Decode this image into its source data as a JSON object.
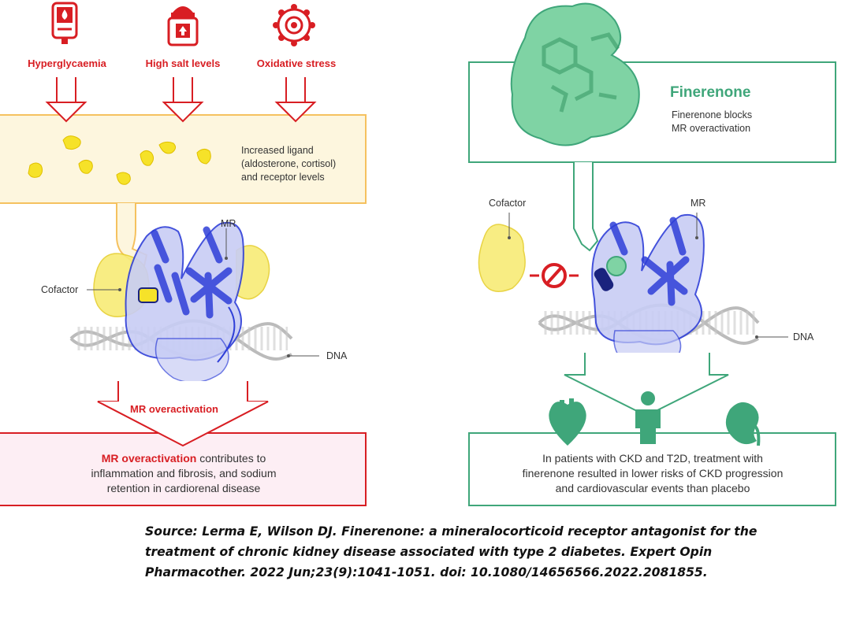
{
  "left_panel": {
    "triggers": [
      {
        "label": "Hyperglycaemia",
        "icon": "glucose-meter-icon"
      },
      {
        "label": "High salt levels",
        "icon": "salt-shaker-icon"
      },
      {
        "label": "Oxidative stress",
        "icon": "oxidative-molecule-icon"
      }
    ],
    "ligand_text": [
      "Increased ligand",
      "(aldosterone, cortisol)",
      "and receptor levels"
    ],
    "mr_label": "MR",
    "cofactor_label": "Cofactor",
    "dna_label": "DNA",
    "arrow_label": "MR overactivation",
    "outcome_bold": "MR overactivation",
    "outcome_rest_1": " contributes to",
    "outcome_line_2": "inflammation and fibrosis, and sodium",
    "outcome_line_3": "retention in cardiorenal disease"
  },
  "right_panel": {
    "drug_title": "Finerenone",
    "drug_desc": [
      "Finerenone blocks",
      "MR overactivation"
    ],
    "cofactor_label": "Cofactor",
    "mr_label": "MR",
    "dna_label": "DNA",
    "organ_icons": [
      "heart-icon",
      "person-icon",
      "kidney-icon"
    ],
    "outcome_lines": [
      "In patients with CKD and T2D, treatment with",
      "finerenone resulted in lower risks of CKD progression",
      "and cardiovascular events than placebo"
    ]
  },
  "source": {
    "lines": [
      "Source: Lerma E, Wilson DJ. Finerenone: a mineralocorticoid receptor antagonist for the",
      "treatment of chronic kidney disease associated with type 2 diabetes. Expert Opin",
      "Pharmacother. 2022 Jun;23(9):1041-1051. doi: 10.1080/14656566.2022.2081855."
    ]
  },
  "colors": {
    "red": "#d81e23",
    "yellow_box": "#fdf6de",
    "yellow_border": "#f5c15f",
    "pink_box": "#fdeef4",
    "green": "#3fa67a",
    "green_fill": "#7fd3a4",
    "blue": "#2f3fd8",
    "blue_light": "#c8cdf5"
  }
}
